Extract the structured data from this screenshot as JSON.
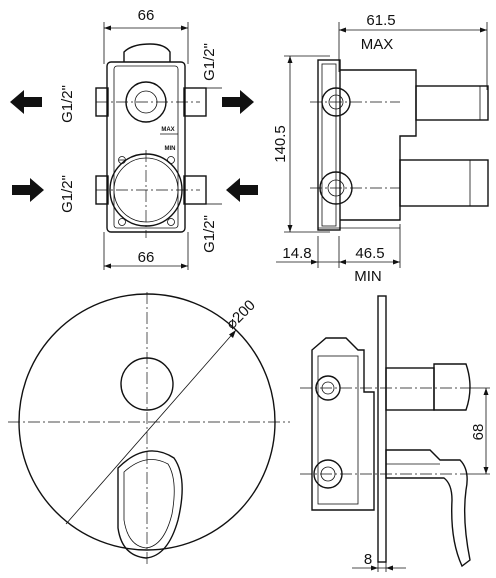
{
  "top_left_view": {
    "dim_width_top": "66",
    "dim_width_bottom": "66",
    "thread_left_top": "G1/2\"",
    "thread_left_bottom": "G1/2\"",
    "thread_right_top": "G1/2\"",
    "thread_right_bottom": "G1/2\"",
    "label_max": "MAX",
    "label_min": "MIN"
  },
  "top_right_view": {
    "dim_depth_max": "61.5",
    "label_max": "MAX",
    "dim_height": "140.5",
    "dim_offset": "14.8",
    "dim_depth_min": "46.5",
    "label_min": "MIN"
  },
  "bottom_left_view": {
    "dim_diameter": "⌀200"
  },
  "bottom_right_view": {
    "dim_spacing": "68",
    "dim_plate": "8"
  }
}
